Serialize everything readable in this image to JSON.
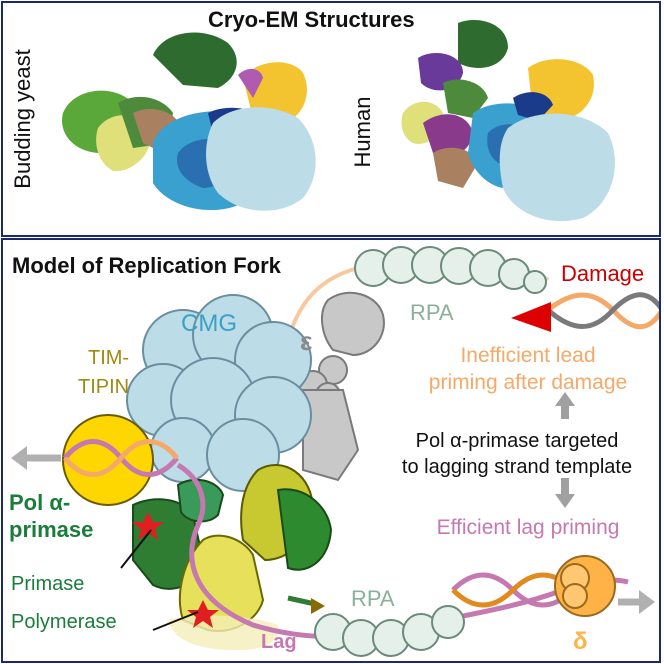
{
  "top": {
    "title": "Cryo-EM Structures",
    "label_left": "Budding yeast",
    "label_right": "Human"
  },
  "bottom": {
    "title": "Model of Replication Fork",
    "labels": {
      "cmg": "CMG",
      "tim_tipin_1": "TIM-",
      "tim_tipin_2": "TIPIN",
      "epsilon": "ε",
      "rpa_top": "RPA",
      "rpa_bottom": "RPA",
      "damage": "Damage",
      "pol_alpha_1": "Pol α-",
      "pol_alpha_2": "primase",
      "primase": "Primase",
      "polymerase": "Polymerase",
      "lag": "Lag",
      "delta": "δ"
    },
    "text_block": {
      "inefficient_1": "Inefficient lead",
      "inefficient_2": "priming after damage",
      "targeted_1": "Pol α-primase targeted",
      "targeted_2": "to lagging strand template",
      "efficient": "Efficient lag priming"
    }
  },
  "colors": {
    "frame": "#1c2a6b",
    "cmg": "#bcdce8",
    "cmg_text": "#3aa0c4",
    "tim_tipin": "#ffd700",
    "tim_tipin_text": "#a08a10",
    "epsilon": "#c8c8c8",
    "rpa": "#e6f0ea",
    "rpa_text": "#8ab09c",
    "damage": "#cc0000",
    "orange": "#f4a968",
    "pink": "#c678b0",
    "pol_alpha_text": "#1a7d3a",
    "delta": "#ffb347"
  }
}
